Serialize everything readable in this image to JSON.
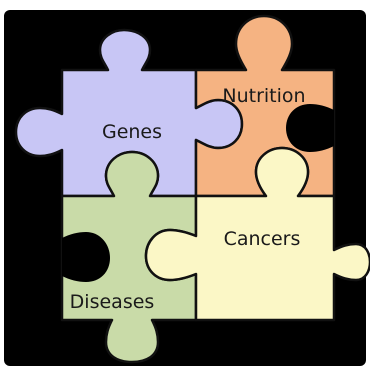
{
  "pieces": [
    {
      "id": "genes",
      "label": "Genes",
      "color": "#c8c6f5"
    },
    {
      "id": "nutrition",
      "label": "Nutrition",
      "color": "#f5b382"
    },
    {
      "id": "diseases",
      "label": "Diseases",
      "color": "#c9dba8"
    },
    {
      "id": "cancers",
      "label": "Cancers",
      "color": "#fbf7c6"
    }
  ],
  "background_color": "#000000"
}
